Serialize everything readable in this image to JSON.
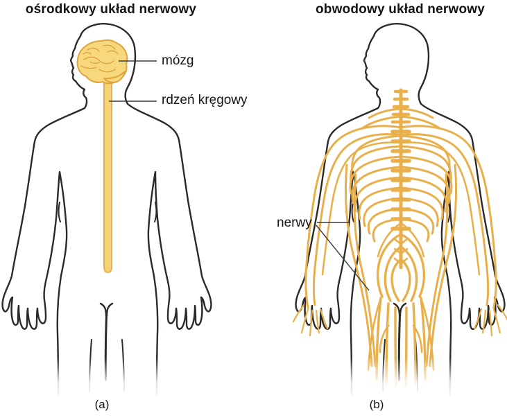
{
  "diagram": {
    "left_panel": {
      "title": "ośrodkowy układ nerwowy",
      "caption": "(a)",
      "label_brain": "mózg",
      "label_spinal_cord": "rdzeń kręgowy"
    },
    "right_panel": {
      "title": "obwodowy układ nerwowy",
      "caption": "(b)",
      "label_nerves": "nerwy"
    }
  },
  "colors": {
    "outline": "#2d2926",
    "nerve": "#e9af4b",
    "brain_fill": "#f8d87d",
    "brain_stroke": "#dda43c",
    "cord_fill": "#f5d376",
    "cord_stroke": "#e8b04c",
    "leader_line": "#3c3c3c",
    "text": "#141414",
    "background": "#ffffff"
  }
}
